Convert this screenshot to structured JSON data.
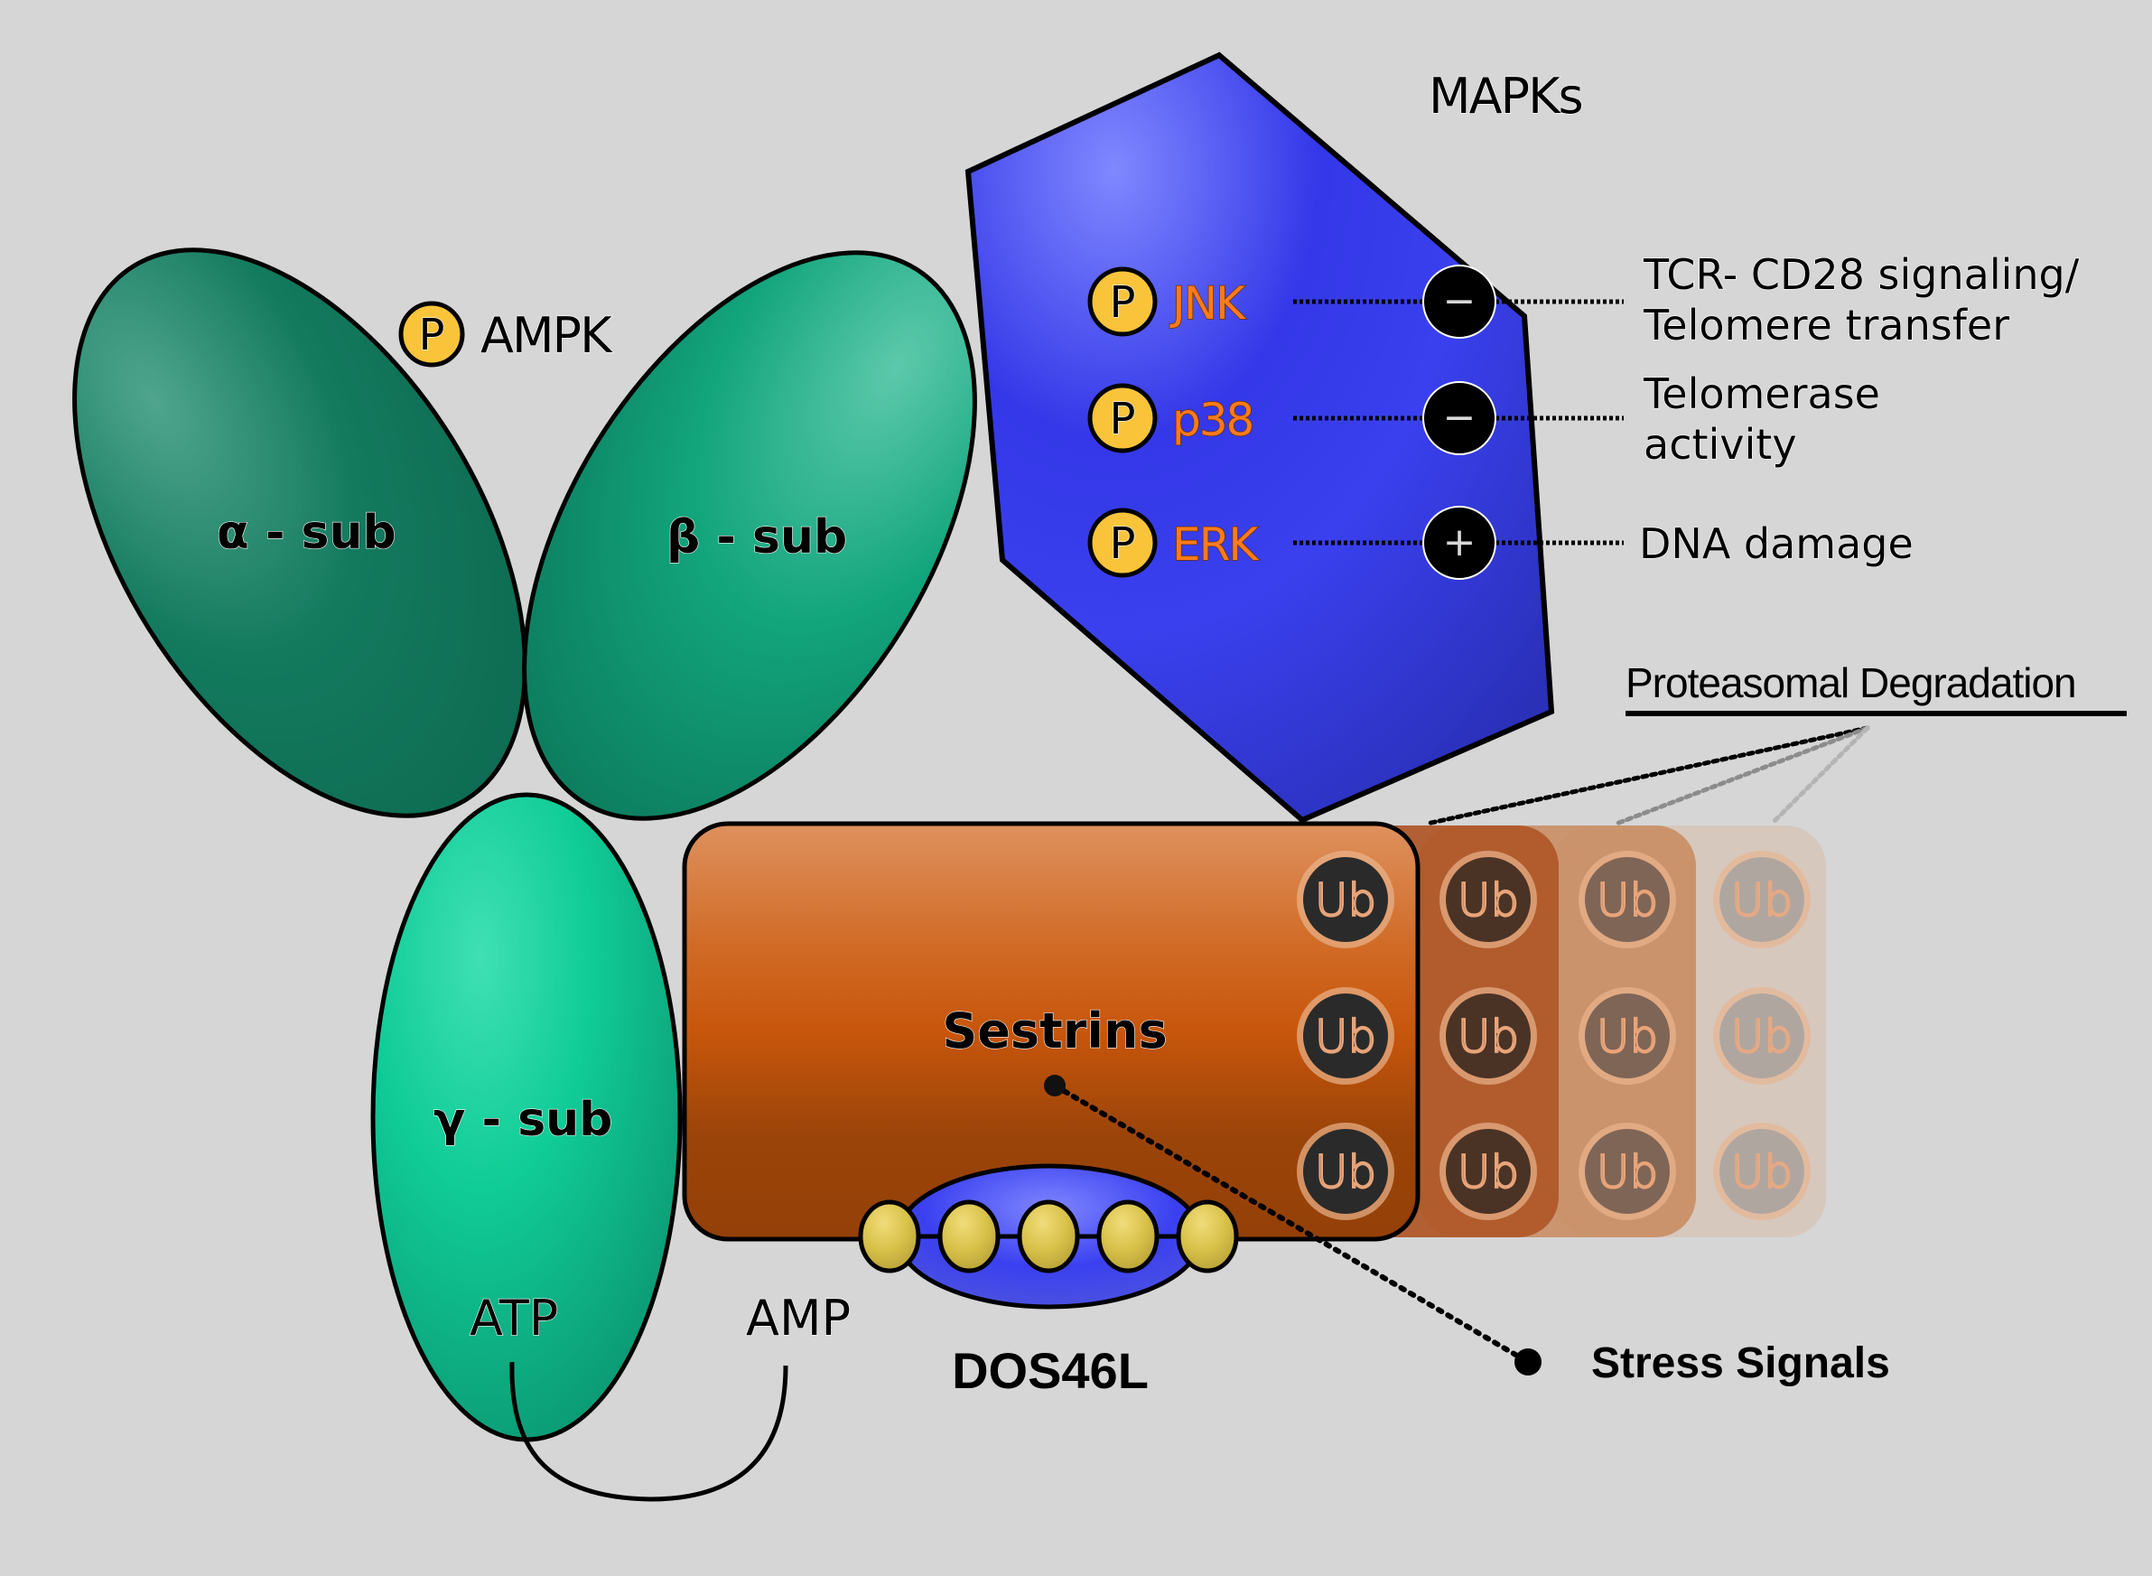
{
  "diagram": {
    "ampk": {
      "label": "AMPK",
      "phospho_mark": "P",
      "subunits": [
        {
          "id": "alpha",
          "label": "α - sub"
        },
        {
          "id": "beta",
          "label": "β - sub"
        },
        {
          "id": "gamma",
          "label": "γ - sub"
        }
      ],
      "nucleotides": {
        "atp": "ATP",
        "amp": "AMP"
      }
    },
    "mapks": {
      "title": "MAPKs",
      "kinases": [
        {
          "label": "JNK",
          "phospho_mark": "P",
          "effect": "−",
          "target": [
            "TCR- CD28 signaling/",
            "Telomere transfer"
          ]
        },
        {
          "label": "p38",
          "phospho_mark": "P",
          "effect": "−",
          "target": [
            "Telomerase",
            "activity"
          ]
        },
        {
          "label": "ERK",
          "phospho_mark": "P",
          "effect": "+",
          "target": [
            "DNA damage"
          ]
        }
      ]
    },
    "sestrins": {
      "label": "Sestrins",
      "ubiquitin_label": "Ub",
      "ubiquitin_columns": 4,
      "ubiquitin_rows": 3
    },
    "dos46l": {
      "label": "DOS46L",
      "bead_count": 5
    },
    "proteasomal": {
      "label": "Proteasomal Degradation"
    },
    "stress": {
      "label": "Stress Signals"
    },
    "colors": {
      "background": "#d6d6d6",
      "ampk_green_dark": "#0f6e55",
      "ampk_green_light": "#12c996",
      "mapk_blue": "#3a3ff0",
      "sestrin_orange": "#c8560c",
      "phospho_yellow": "#f9c43a",
      "kinase_text": "#ff7a1a",
      "ub_dark": "#2a2a2a"
    }
  }
}
